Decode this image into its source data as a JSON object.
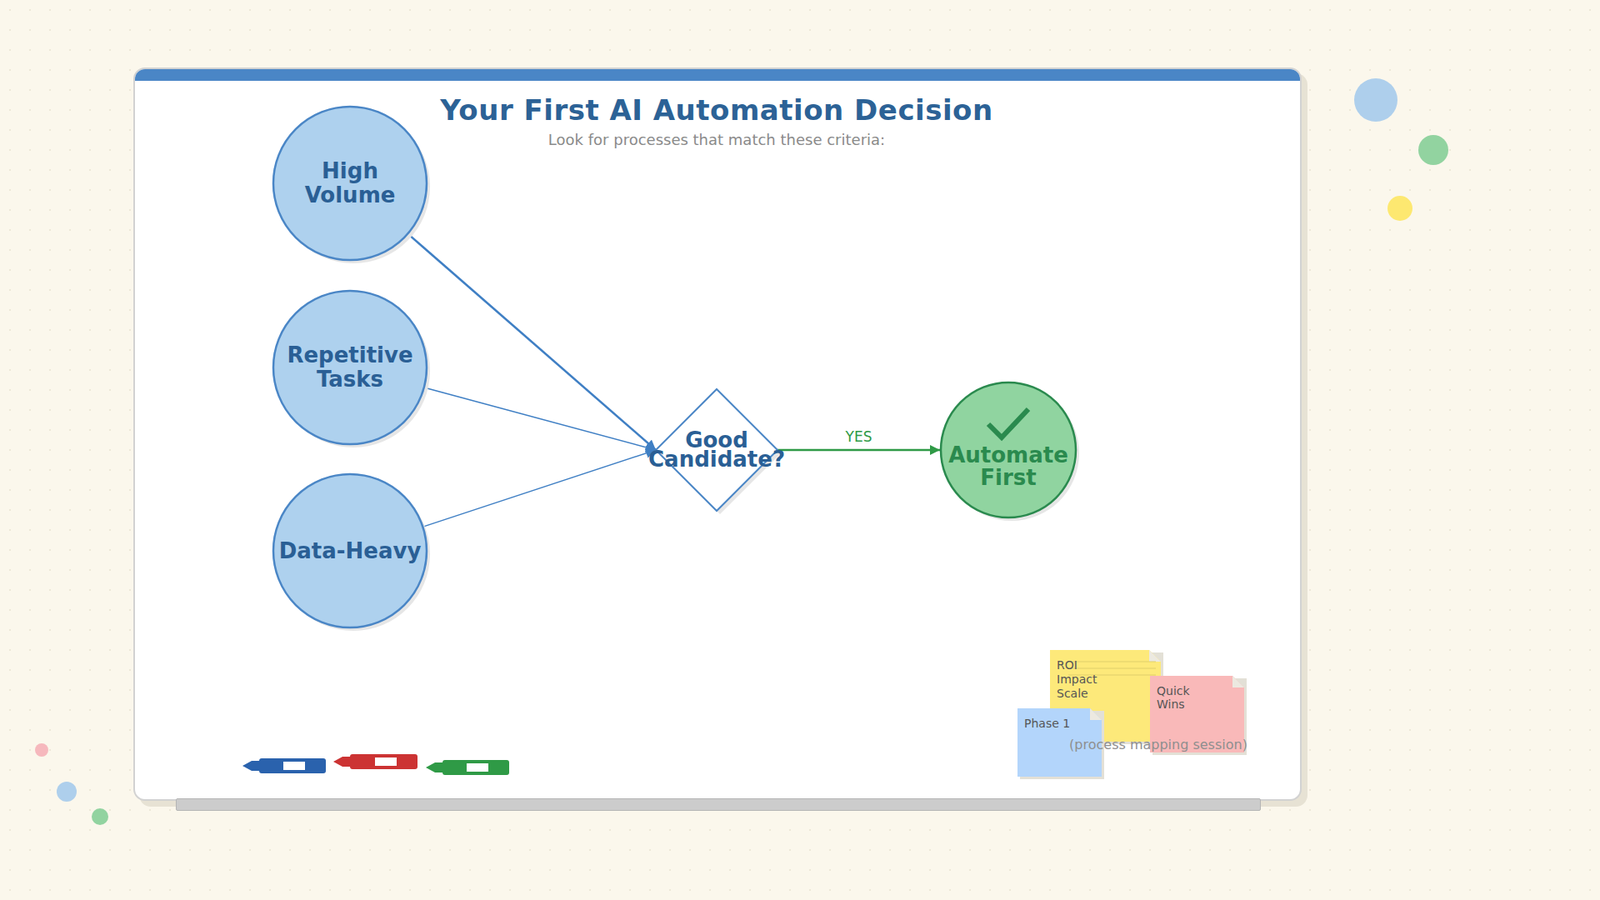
{
  "diagram": {
    "title": "Your First AI Automation Decision",
    "nodes": [
      {
        "text": [
          "High Volume"
        ]
      },
      {
        "text": [
          "Repetitive Tasks"
        ]
      },
      {
        "text": [
          "Data-Heavy"
        ]
      },
      {
        "text": [
          "Good Candidate?"
        ]
      },
      {
        "text": [
          "Automate First"
        ]
      },
      {
        "text": [
          "ROI",
          "Impact",
          "Scale"
        ]
      },
      {
        "text": [
          "Quick Wins"
        ]
      },
      {
        "text": [
          "Phase 1"
        ]
      }
    ],
    "edges": [
      {
        "from": 0,
        "to": 3,
        "arrow": "to"
      },
      {
        "from": 1,
        "to": 3,
        "arrow": "to"
      },
      {
        "from": 2,
        "to": 3,
        "arrow": "to"
      },
      {
        "from": 3,
        "to": 4,
        "label": "YES",
        "arrow": "to"
      }
    ],
    "labels": [
      "Look for processes that match these criteria:",
      "(process mapping session)"
    ]
  }
}
